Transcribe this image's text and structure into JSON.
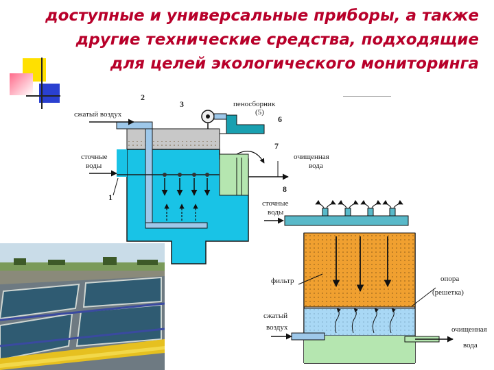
{
  "title": {
    "line1": "доступные и универсальные приборы, а также",
    "line2": "другие технические средства, подходящие",
    "line3": "для целей экологического мониторинга"
  },
  "diagram1": {
    "num_1": "1",
    "num_2": "2",
    "num_3": "3",
    "num_6": "6",
    "num_7": "7",
    "num_8": "8",
    "compressed_air": "сжатый воздух",
    "foam_collector_line1": "пеносборник",
    "foam_collector_line2": "(5)",
    "wastewater_line1": "сточные",
    "wastewater_line2": "воды",
    "clean_water_line1": "очищенная",
    "clean_water_line2": "вода"
  },
  "diagram2": {
    "wastewater_line1": "сточные",
    "wastewater_line2": "воды",
    "filter": "фильтр",
    "support_line1": "опора",
    "support_line2": "(решетка)",
    "compressed_air_line1": "сжатый",
    "compressed_air_line2": "воздух",
    "clean_water_line1": "очищенная",
    "clean_water_line2": "вода"
  },
  "colors": {
    "title": "#b8002a",
    "water": "#19c3e6",
    "filter": "#f0a030",
    "air_zone": "#a9d8f5",
    "pipe": "#9ec8ea",
    "tank_outline": "#1a1a1a"
  }
}
